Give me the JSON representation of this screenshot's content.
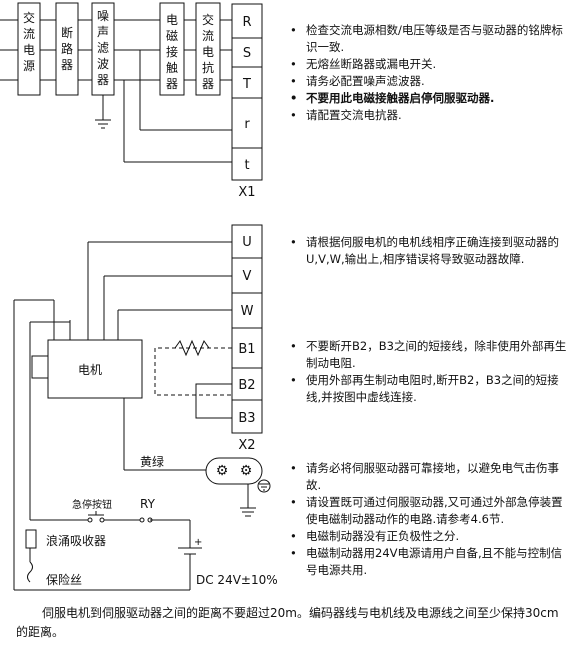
{
  "power_chain": {
    "ac_source": "交流电源",
    "breaker": "断路器",
    "noise_filter": "噪声滤波器",
    "contactor": "电磁接触器",
    "reactor": "交流电抗器"
  },
  "terminals": {
    "x1": [
      "R",
      "S",
      "T",
      "r",
      "t"
    ],
    "x1_label": "X1",
    "x2": [
      "U",
      "V",
      "W",
      "B1",
      "B2",
      "B3"
    ],
    "x2_label": "X2"
  },
  "motor_section": {
    "motor": "电机",
    "ground_wire": "黄绿",
    "estop": "急停按钮",
    "relay": "RY",
    "surge_absorber": "浪涌吸收器",
    "fuse": "保险丝",
    "dc_supply": "DC 24V±10%",
    "plus": "+",
    "minus": "-"
  },
  "notes": {
    "power": [
      "检查交流电源相数/电压等级是否与驱动器的铭牌标识一致.",
      "无熔丝断路器或漏电开关.",
      "请务必配置噪声滤波器.",
      "不要用此电磁接触器启停伺服驱动器.",
      "请配置交流电抗器."
    ],
    "motor": [
      "请根据伺服电机的电机线相序正确连接到驱动器的U,V,W,输出上,相序错误将导致驱动器故障."
    ],
    "regen": [
      "不要断开B2，B3之间的短接线，除非使用外部再生制动电阻.",
      "使用外部再生制动电阻时,断开B2，B3之间的短接线,并按图中虚线连接."
    ],
    "ground_brake": [
      "请务必将伺服驱动器可靠接地，以避免电气击伤事故.",
      "请设置既可通过伺服驱动器,又可通过外部急停装置使电磁制动器动作的电路.请参考4.6节.",
      "电磁制动器没有正负极性之分.",
      "电磁制动器用24V电源请用户自备,且不能与控制信号电源共用."
    ]
  },
  "footer": "伺服电机到伺服驱动器之间的距离不要超过20m。编码器线与电机线及电源线之间至少保持30cm的距离。"
}
